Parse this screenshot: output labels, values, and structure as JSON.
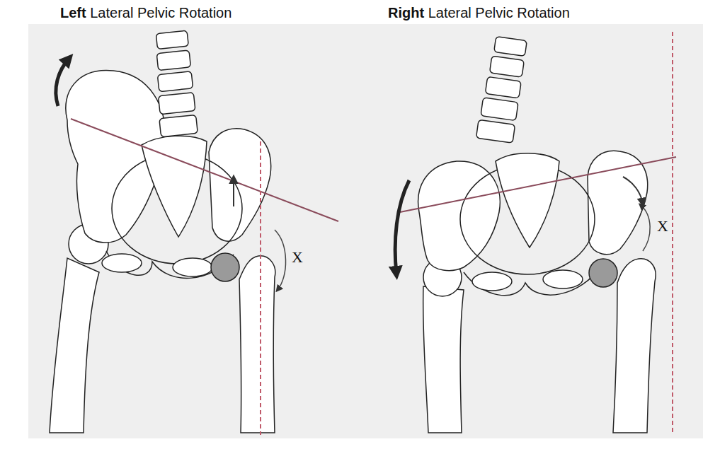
{
  "diagram": {
    "labels": [
      "Left Lateral Pelvic Rotation",
      "Right Lateral Pelvic Rotation",
      "X",
      "X"
    ]
  }
}
